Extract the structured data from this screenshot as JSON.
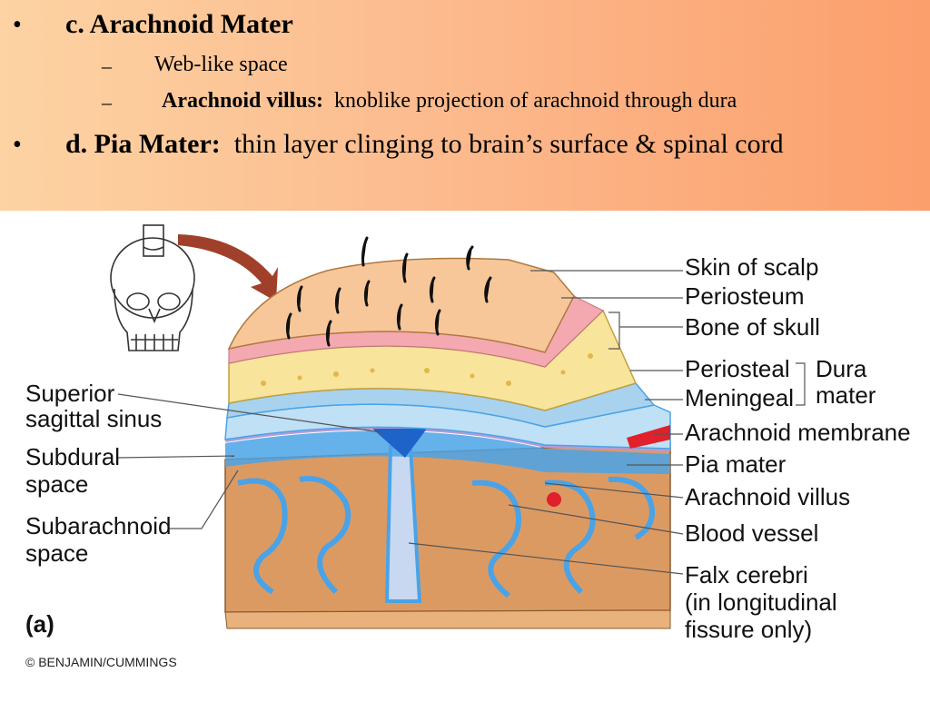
{
  "slide": {
    "bullets": [
      {
        "marker": "•",
        "label": "c.  Arachnoid Mater",
        "subs": [
          {
            "marker": "–",
            "text": "Web-like space"
          },
          {
            "marker": "–",
            "term": "Arachnoid villus:",
            "text": "knoblike projection of arachnoid through dura"
          }
        ]
      },
      {
        "marker": "•",
        "term": "d.  Pia Mater:",
        "text": "thin layer clinging to brain’s surface & spinal cord"
      }
    ]
  },
  "diagram": {
    "right_labels": [
      "Skin of scalp",
      "Periosteum",
      "Bone of skull",
      "Periosteal",
      "Meningeal",
      "Dura",
      "mater",
      "Arachnoid membrane",
      "Pia mater",
      "Arachnoid villus",
      "Blood vessel",
      "Falx cerebri",
      "(in longitudinal",
      "fissure only)"
    ],
    "left_labels": [
      "Superior",
      "sagittal sinus",
      "Subdural",
      "space",
      "Subarachnoid",
      "space"
    ],
    "panel_letter": "(a)",
    "credit": "© BENJAMIN/CUMMINGS",
    "colors": {
      "scalp": "#f7c79a",
      "periosteum": "#f4a9b0",
      "bone": "#f8e49a",
      "dura": "#a9d2ee",
      "arachnoid": "#b89ad6",
      "pia": "#4aa3e6",
      "brain": "#dc9a63",
      "vessel": "#e0202a",
      "arrow": "#a0402a"
    }
  }
}
